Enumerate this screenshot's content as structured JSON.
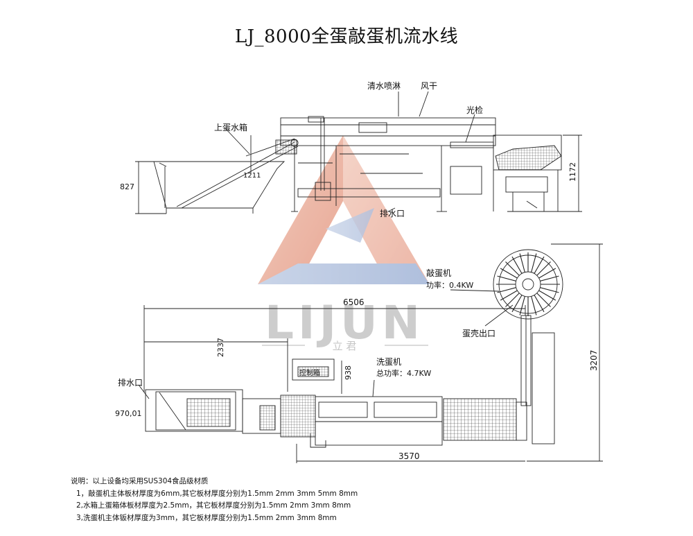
{
  "title": "LJ_8000全蛋敲蛋机流水线",
  "side_view": {
    "labels": {
      "spray": "清水喷淋",
      "air_dry": "风干",
      "light_inspect": "光检",
      "egg_tank": "上蛋水箱",
      "drain": "排水口"
    },
    "dims": {
      "tank_height": "827",
      "elevator_len": "1211",
      "total_height": "1172"
    }
  },
  "top_view": {
    "labels": {
      "breaker_name": "敲蛋机",
      "breaker_power": "功率：0.4KW",
      "shell_outlet": "蛋壳出口",
      "washer_name": "洗蛋机",
      "washer_power": "总功率：4.7KW",
      "drain": "排水口",
      "control_box": "控制箱"
    },
    "dims": {
      "total_length": "6506",
      "tank_length": "2337",
      "box_height": "938",
      "drain_offset": "970,01",
      "washer_length": "3570",
      "total_width": "3207"
    }
  },
  "watermark": {
    "brand": "LIJUN",
    "chinese": "立 君"
  },
  "notes": {
    "heading": "说明：以上设备均采用SUS304食品级材质",
    "line1": "1，敲蛋机主体板材厚度为6mm,其它板材厚度分别为1.5mm 2mm 3mm 5mm 8mm",
    "line2": "2,水箱上蛋箱体板材厚度为2.5mm，其它板材厚度分别为1.5mm 2mm 3mm 8mm",
    "line3": "3,洗蛋机主体钣材厚度为3mm，其它板材厚度分别为1.5mm 2mm 3mm 8mm"
  }
}
